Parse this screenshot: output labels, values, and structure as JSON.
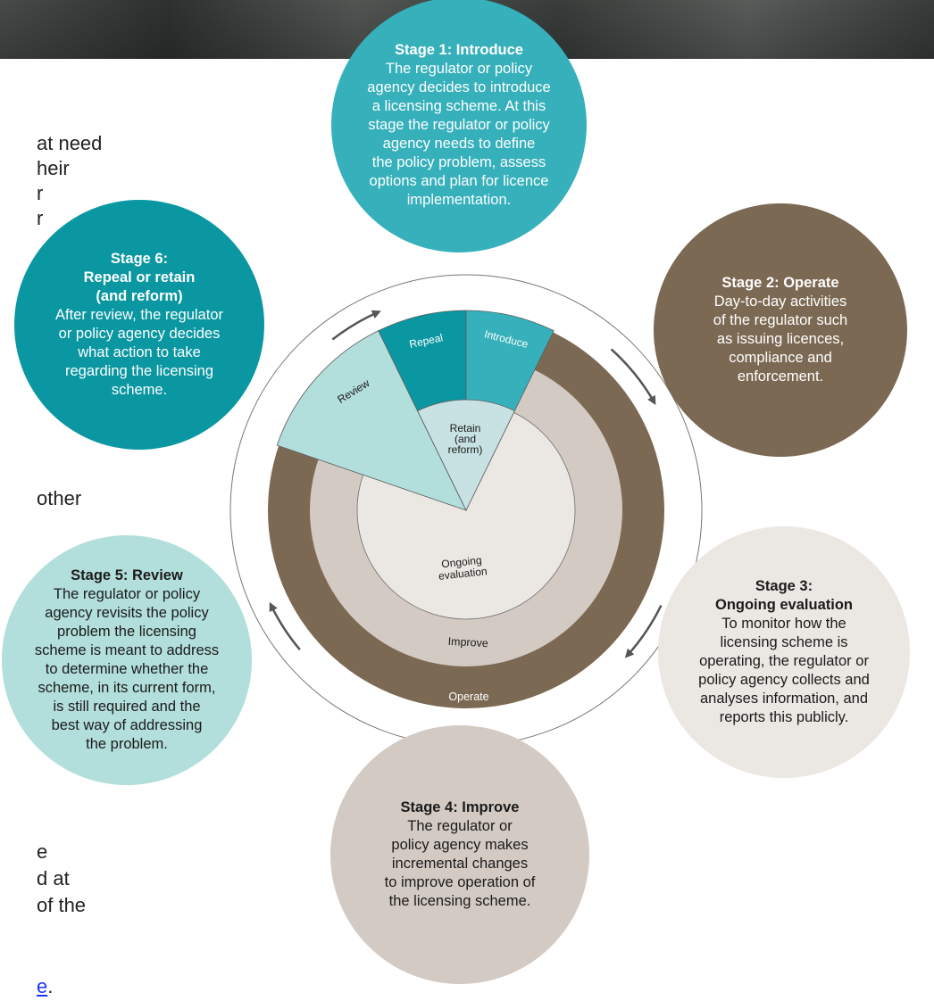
{
  "colors": {
    "teal_light": "#36b0bb",
    "teal_dark": "#0a97a1",
    "mint": "#b2dedb",
    "brown": "#7c6953",
    "taupe": "#d3cac3",
    "ivory": "#ebe7e3",
    "retain_fill": "#c8e1e2",
    "arrow": "#555555"
  },
  "left_text_fragments": {
    "f1": "at need",
    "f2": "heir",
    "f3": "r",
    "f4": "r",
    "f5": "other",
    "f6": "e",
    "f7": "d at",
    "f8": "of the",
    "f9_link": "e",
    "f9_period": "."
  },
  "wheel": {
    "segments": {
      "review": "Review",
      "repeal": "Repeal",
      "introduce": "Introduce",
      "retain": [
        "Retain",
        "(and",
        "reform)"
      ],
      "ongoing": [
        "Ongoing",
        "evaluation"
      ],
      "improve": "Improve",
      "operate": "Operate"
    }
  },
  "stages": {
    "stage1": {
      "title": "Stage 1: Introduce",
      "lines": [
        "The regulator or policy",
        "agency decides to introduce",
        "a licensing scheme. At this",
        "stage the regulator or policy",
        "agency needs to define",
        "the policy problem, assess",
        "options and plan for licence",
        "implementation."
      ]
    },
    "stage2": {
      "title": "Stage 2: Operate",
      "lines": [
        "Day-to-day activities",
        "of the regulator such",
        "as issuing licences,",
        "compliance and",
        "enforcement."
      ]
    },
    "stage3": {
      "title_lines": [
        "Stage 3:",
        "Ongoing evaluation"
      ],
      "lines": [
        "To monitor how the",
        "licensing scheme is",
        "operating, the regulator or",
        "policy agency collects and",
        "analyses information, and",
        "reports this publicly."
      ]
    },
    "stage4": {
      "title": "Stage 4: Improve",
      "lines": [
        "The regulator or",
        "policy agency makes",
        "incremental changes",
        "to improve operation of",
        "the licensing scheme."
      ]
    },
    "stage5": {
      "title": "Stage 5: Review",
      "lines": [
        "The regulator or policy",
        "agency revisits the policy",
        "problem the licensing",
        "scheme is meant to address",
        "to determine whether the",
        "scheme, in its current form,",
        "is still required and the",
        "best way of addressing",
        "the problem."
      ]
    },
    "stage6": {
      "title_lines": [
        "Stage 6:",
        "Repeal or retain",
        "(and reform)"
      ],
      "lines": [
        "After review, the regulator",
        "or policy agency decides",
        "what action to take",
        "regarding the licensing",
        "scheme."
      ]
    }
  }
}
